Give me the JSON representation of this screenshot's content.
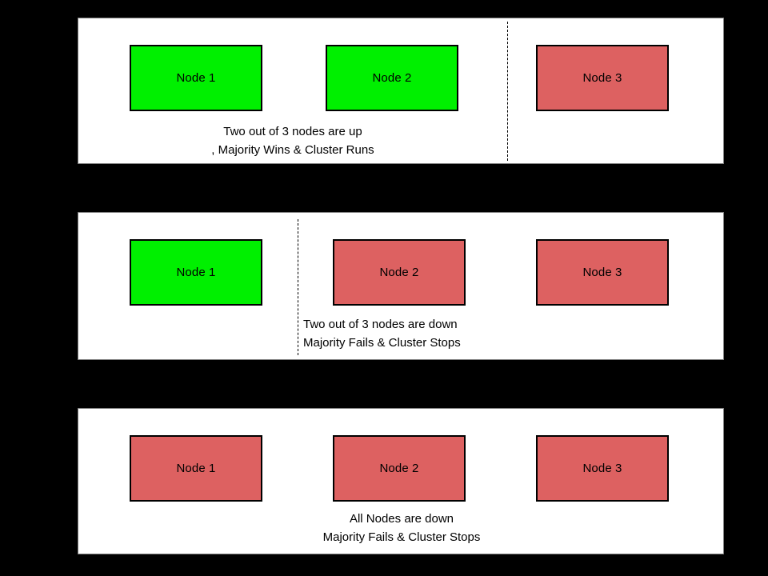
{
  "diagram": {
    "background_color": "#000000",
    "panel_background": "#ffffff",
    "node_up_color": "#00f000",
    "node_down_color": "#dd6161",
    "node_border_color": "#000000",
    "divider_style": "dashed"
  },
  "panels": [
    {
      "id": "panel-1",
      "nodes": [
        {
          "label": "Node 1",
          "state": "up"
        },
        {
          "label": "Node 2",
          "state": "up"
        },
        {
          "label": "Node 3",
          "state": "down"
        }
      ],
      "divider": {
        "present": true,
        "position": "between-node2-and-node3"
      },
      "caption": {
        "line1": "Two out of 3 nodes are up",
        "line2": ", Majority Wins & Cluster Runs"
      }
    },
    {
      "id": "panel-2",
      "nodes": [
        {
          "label": "Node 1",
          "state": "up"
        },
        {
          "label": "Node 2",
          "state": "down"
        },
        {
          "label": "Node 3",
          "state": "down"
        }
      ],
      "divider": {
        "present": true,
        "position": "between-node1-and-node2"
      },
      "caption": {
        "line1": "Two out of 3 nodes are down",
        "line2": "Majority Fails & Cluster Stops"
      }
    },
    {
      "id": "panel-3",
      "nodes": [
        {
          "label": "Node 1",
          "state": "down"
        },
        {
          "label": "Node 2",
          "state": "down"
        },
        {
          "label": "Node 3",
          "state": "down"
        }
      ],
      "divider": {
        "present": false,
        "position": ""
      },
      "caption": {
        "line1": "All Nodes are down",
        "line2": "Majority Fails & Cluster Stops"
      }
    }
  ]
}
